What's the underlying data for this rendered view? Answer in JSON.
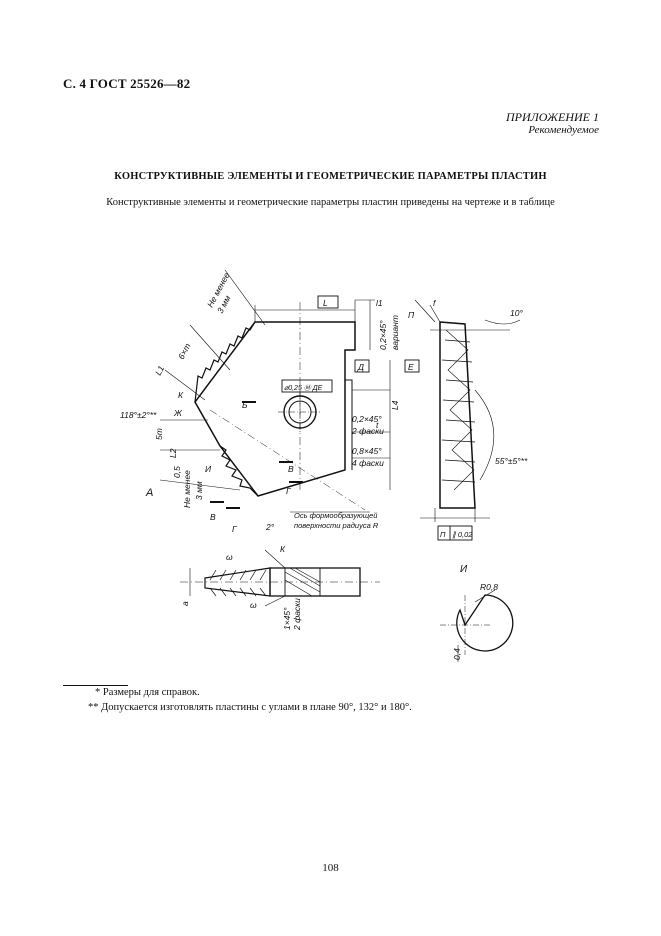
{
  "header": {
    "standard_ref": "С. 4 ГОСТ 25526—82",
    "annex_label": "ПРИЛОЖЕНИЕ 1",
    "annex_status": "Рекомендуемое"
  },
  "section": {
    "title": "КОНСТРУКТИВНЫЕ ЭЛЕМЕНТЫ И ГЕОМЕТРИЧЕСКИЕ ПАРАМЕТРЫ ПЛАСТИН",
    "intro": "Конструктивные элементы и геометрические параметры пластин приведены на чертеже и в таблице"
  },
  "drawing": {
    "labels": {
      "min_dim_top": "Не менее",
      "dim_3mm_top": "3 мм",
      "dim_6xm": "6×m",
      "dim_l1": "L1",
      "dim_L": "L",
      "dim_l1b": "l1",
      "chamfer_top": "0,2×45°",
      "chamfer_top_note": "вариант",
      "letter_D": "Д",
      "letter_E": "Е",
      "letter_K": "К",
      "letter_Zh": "Ж",
      "letter_I": "И",
      "letter_B": "Б",
      "letter_V": "В",
      "letter_G": "Г",
      "letter_A": "А",
      "angle_118": "118°±2°**",
      "tol_pos": "⌀0,25 Ⓜ ДЕ",
      "chamfer_mid": "0,2×45°",
      "chamfer_mid_note": "2 фаски",
      "chamfer_low": "0,8×45°",
      "chamfer_low_note": "4 фаски",
      "dim_L4": "L4",
      "dim_t": "t",
      "dim_5m": "5m",
      "dim_L2": "L2",
      "dim_0_5": "0,5",
      "min_dim_left": "Не менее",
      "dim_3mm_left": "3 мм",
      "axis_note_1": "Ось формообразующей",
      "axis_note_2": "поверхности радиуса R",
      "angle_2": "2°",
      "letter_f": "f",
      "letter_P": "П",
      "angle_10": "10°",
      "angle_55": "55°±5°**",
      "tol_par": "∥ 0,02",
      "tol_par_ref": "П",
      "omega_1": "ω",
      "omega_2": "ω",
      "dim_a": "a",
      "chamfer_bottom": "1×45°",
      "chamfer_bottom_note": "2 фаски",
      "detail_I": "И",
      "radius_note": "R0,8",
      "dim_04": "0,4"
    }
  },
  "footnotes": {
    "fn1": "* Размеры для справок.",
    "fn2": "** Допускается изготовлять пластины с углами в плане 90°, 132° и 180°."
  },
  "page": {
    "number": "108"
  }
}
